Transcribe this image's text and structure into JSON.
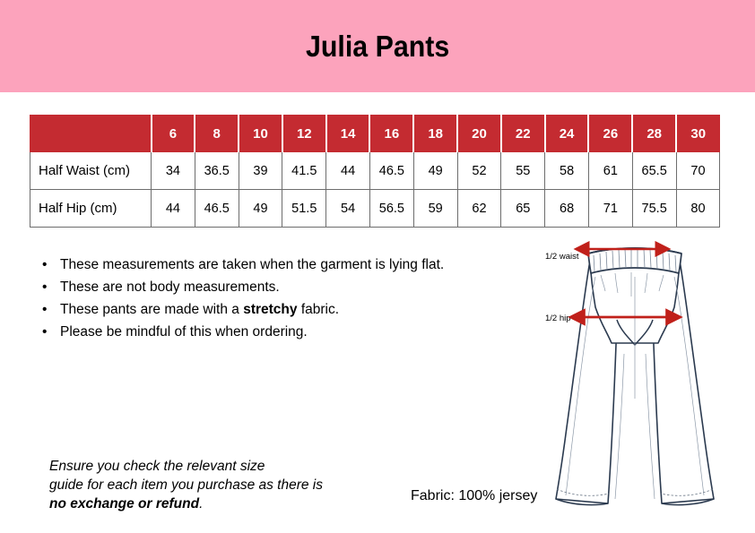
{
  "header": {
    "title": "Julia Pants",
    "band_color": "#fca3bc"
  },
  "table": {
    "accent_color": "#c42b31",
    "corner_label": "",
    "size_headers": [
      "6",
      "8",
      "10",
      "12",
      "14",
      "16",
      "18",
      "20",
      "22",
      "24",
      "26",
      "28",
      "30"
    ],
    "rows": [
      {
        "label": "Half Waist (cm)",
        "values": [
          "34",
          "36.5",
          "39",
          "41.5",
          "44",
          "46.5",
          "49",
          "52",
          "55",
          "58",
          "61",
          "65.5",
          "70"
        ]
      },
      {
        "label": "Half Hip (cm)",
        "values": [
          "44",
          "46.5",
          "49",
          "51.5",
          "54",
          "56.5",
          "59",
          "62",
          "65",
          "68",
          "71",
          "75.5",
          "80"
        ]
      }
    ]
  },
  "notes": {
    "bullet_glyph": "•",
    "items": [
      {
        "pre": "These measurements are taken when the garment is lying flat.",
        "bold": "",
        "post": ""
      },
      {
        "pre": "These are not body measurements.",
        "bold": "",
        "post": ""
      },
      {
        "pre": "These pants are made with a ",
        "bold": "stretchy",
        "post": " fabric."
      },
      {
        "pre": "Please be mindful of this when ordering.",
        "bold": "",
        "post": ""
      }
    ]
  },
  "disclaimer": {
    "line1": "Ensure you check the relevant size",
    "line2": "guide for each item you purchase as there is",
    "bold_part": "no exchange or refund",
    "end_punctuation": "."
  },
  "fabric": {
    "text": "Fabric: 100% jersey"
  },
  "illustration": {
    "waist_label": "1/2 waist",
    "hip_label": "1/2 hip",
    "arrow_color": "#c0201a",
    "line_color": "#2b3a4f",
    "garment": "wide-leg pants, front view, elastic gathered waistband"
  }
}
